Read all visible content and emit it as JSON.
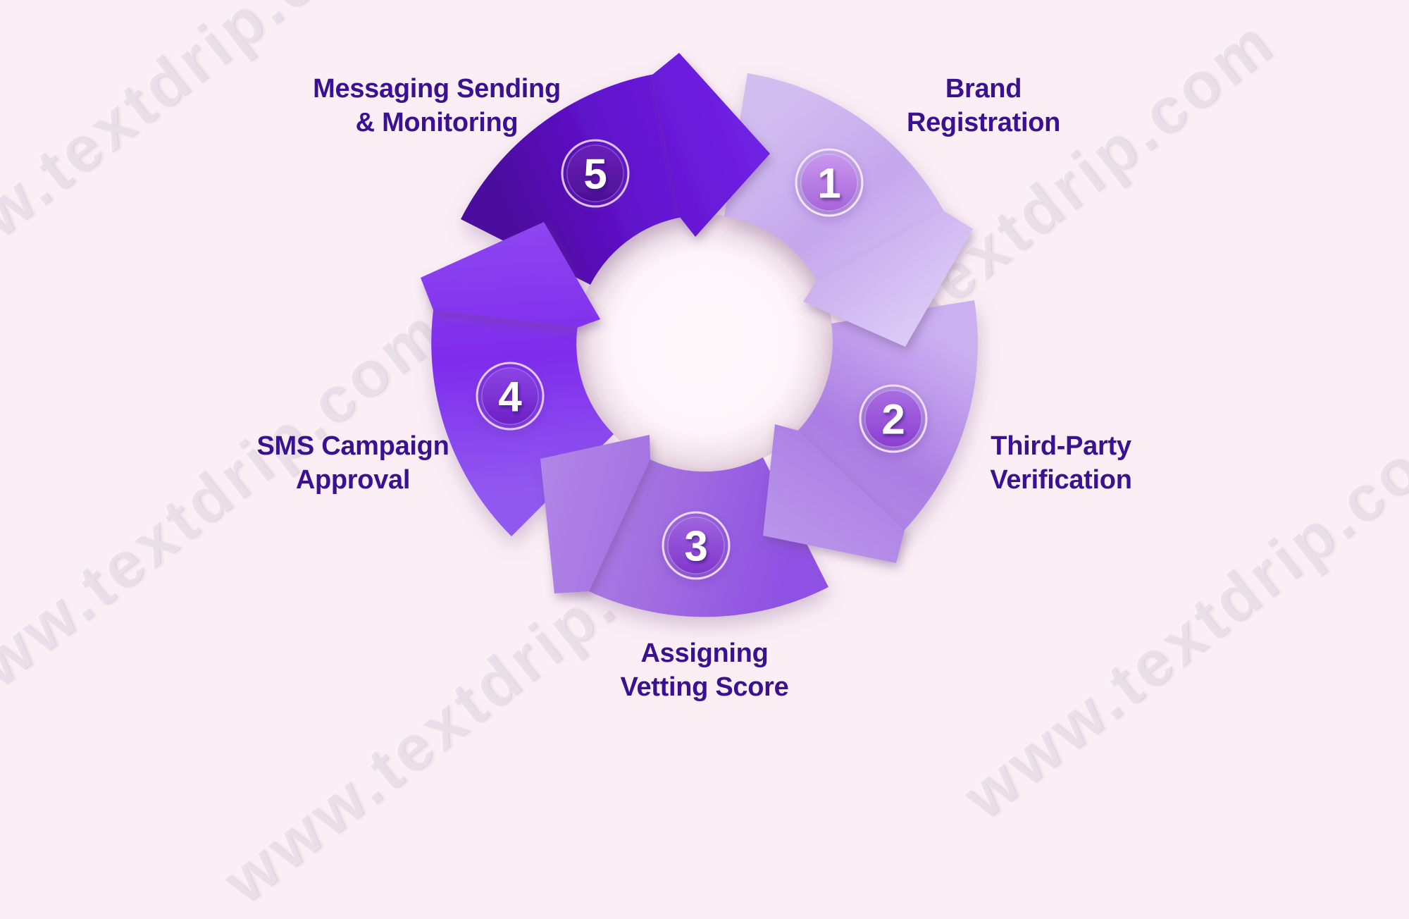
{
  "page": {
    "background_color": "#fbeff5",
    "watermark_text": "www.textdrip.com",
    "watermark_color": "rgba(186,158,180,0.22)"
  },
  "diagram": {
    "type": "cycle",
    "direction": "clockwise",
    "label_color": "#3a1190",
    "center_hole_color": "#fdf5f9",
    "steps": [
      {
        "number": "1",
        "label": "Brand\nRegistration",
        "segment_gradient": [
          "#d2bdf0",
          "#c5a7ec",
          "#dccbf6"
        ],
        "badge_gradient": [
          "#c997ee",
          "#a765da"
        ],
        "badge_ring_color": "#f1e4fb"
      },
      {
        "number": "2",
        "label": "Third-Party\nVerification",
        "segment_gradient": [
          "#cbb0f1",
          "#ab7de3",
          "#b995ea"
        ],
        "badge_gradient": [
          "#a96de3",
          "#8b3ed0"
        ],
        "badge_ring_color": "#eedcfa"
      },
      {
        "number": "3",
        "label": "Assigning\nVetting Score",
        "segment_gradient": [
          "#8f51e3",
          "#a26fe0",
          "#b286e8"
        ],
        "badge_gradient": [
          "#9f64df",
          "#8136cc"
        ],
        "badge_ring_color": "#ebd7f9"
      },
      {
        "number": "4",
        "label": "SMS Campaign\nApproval",
        "segment_gradient": [
          "#9058ef",
          "#7f2cec",
          "#8d46f0"
        ],
        "badge_gradient": [
          "#8c44e6",
          "#6c20c5"
        ],
        "badge_ring_color": "#e2c9f6"
      },
      {
        "number": "5",
        "label": "Messaging Sending\n& Monitoring",
        "segment_gradient": [
          "#4c0a9e",
          "#6113cd",
          "#7122e5"
        ],
        "badge_gradient": [
          "#6a20ba",
          "#4d0f96"
        ],
        "badge_ring_color": "#dcc2f3"
      }
    ]
  }
}
